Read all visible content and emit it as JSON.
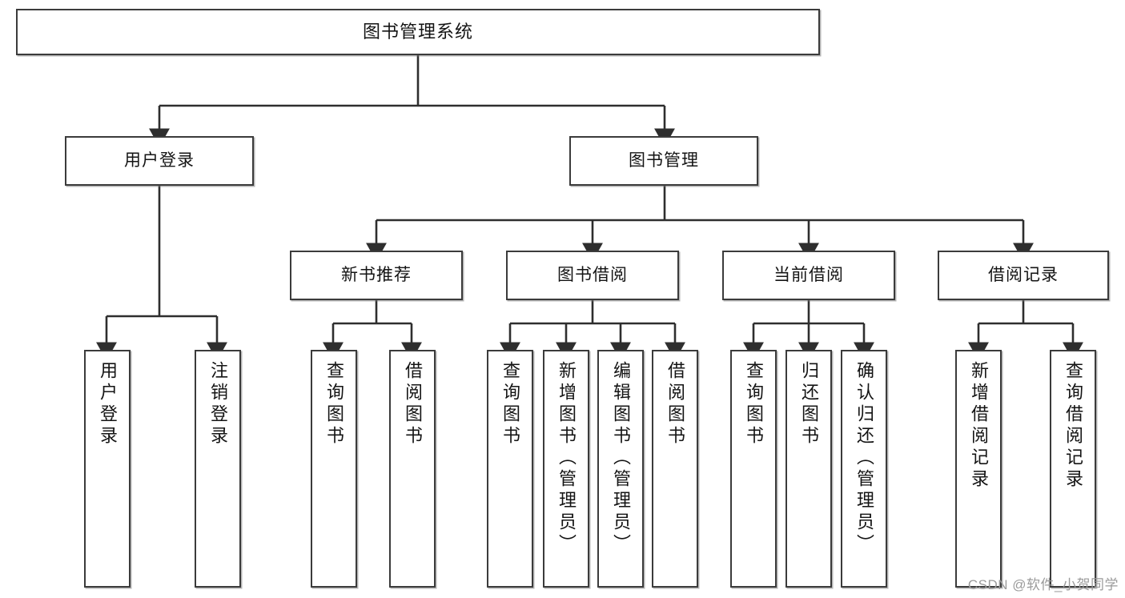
{
  "diagram": {
    "title": "图书管理系统",
    "type": "tree",
    "colors": {
      "box_border": "#3b3b3b",
      "box_fill": "#ffffff",
      "connector": "#2e2e2e",
      "text": "#141414",
      "watermark": "#9b9b9b"
    },
    "root": {
      "label": "图书管理系统"
    },
    "level2": [
      {
        "label": "用户登录"
      },
      {
        "label": "图书管理"
      }
    ],
    "level3": [
      {
        "label": "新书推荐"
      },
      {
        "label": "图书借阅"
      },
      {
        "label": "当前借阅"
      },
      {
        "label": "借阅记录"
      }
    ],
    "leaves": {
      "user_login": [
        {
          "label": "用户登录"
        },
        {
          "label": "注销登录"
        }
      ],
      "new_book_recommend": [
        {
          "label": "查询图书"
        },
        {
          "label": "借阅图书"
        }
      ],
      "book_borrow": [
        {
          "label": "查询图书"
        },
        {
          "label": "新增图书（管理员）"
        },
        {
          "label": "编辑图书（管理员）"
        },
        {
          "label": "借阅图书"
        }
      ],
      "current_borrow": [
        {
          "label": "查询图书"
        },
        {
          "label": "归还图书"
        },
        {
          "label": "确认归还（管理员）"
        }
      ],
      "borrow_record": [
        {
          "label": "新增借阅记录"
        },
        {
          "label": "查询借阅记录"
        }
      ]
    }
  },
  "watermark": {
    "text": "CSDN @软件_小贺同学"
  }
}
